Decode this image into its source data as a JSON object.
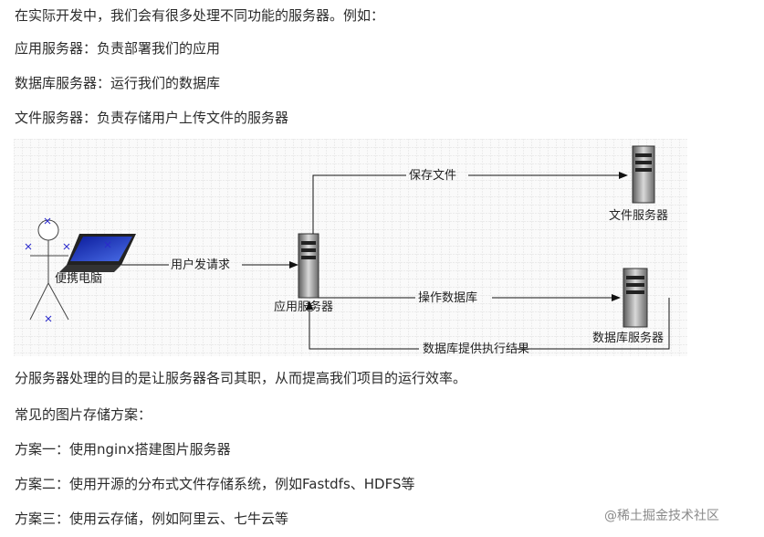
{
  "intro": "在实际开发中，我们会有很多处理不同功能的服务器。例如：",
  "servers": [
    "应用服务器：负责部署我们的应用",
    "数据库服务器：运行我们的数据库",
    "文件服务器：负责存储用户上传文件的服务器"
  ],
  "diagram": {
    "laptop_label": "便携电脑",
    "request_label": "用户发请求",
    "app_server_label": "应用服务器",
    "save_file_label": "保存文件",
    "file_server_label": "文件服务器",
    "operate_db_label": "操作数据库",
    "db_server_label": "数据库服务器",
    "db_result_label": "数据库提供执行结果"
  },
  "summary": "分服务器处理的目的是让服务器各司其职，从而提高我们项目的运行效率。",
  "schemes_title": "常见的图片存储方案：",
  "schemes": [
    "方案一：使用nginx搭建图片服务器",
    "方案二：使用开源的分布式文件存储系统，例如Fastdfs、HDFS等",
    "方案三：使用云存储，例如阿里云、七牛云等"
  ],
  "watermark": "@稀土掘金技术社区"
}
